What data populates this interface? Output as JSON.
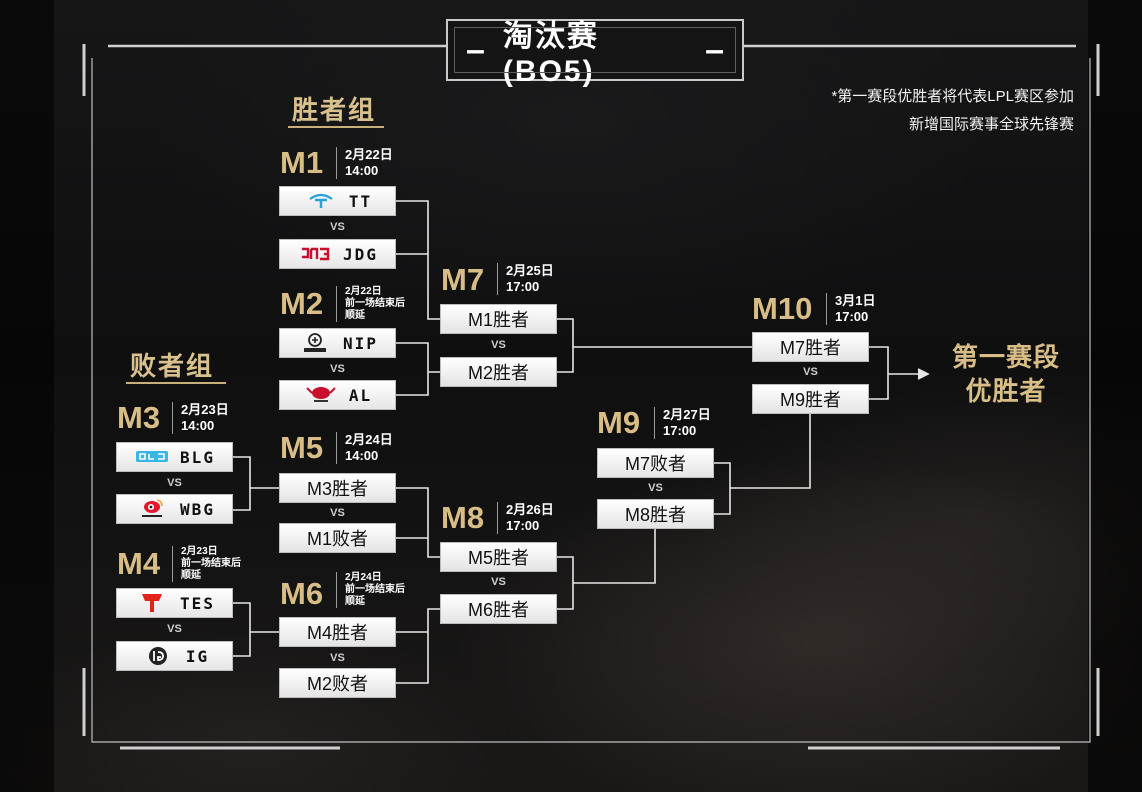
{
  "title": {
    "dash_left": "–",
    "text": "淘汰赛(BO5)",
    "dash_right": "–"
  },
  "note": {
    "line1": "*第一赛段优胜者将代表LPL赛区参加",
    "line2": "新增国际赛事全球先锋赛"
  },
  "groups": {
    "winners": "胜者组",
    "losers": "败者组"
  },
  "vs_label": "VS",
  "matches": {
    "m1": {
      "label": "M1",
      "date": "2月22日",
      "time": "14:00",
      "team1": "TT",
      "team2": "JDG"
    },
    "m2": {
      "label": "M2",
      "date": "2月22日",
      "note1": "前一场结束后",
      "note2": "顺延",
      "team1": "NIP",
      "team2": "AL"
    },
    "m3": {
      "label": "M3",
      "date": "2月23日",
      "time": "14:00",
      "team1": "BLG",
      "team2": "WBG"
    },
    "m4": {
      "label": "M4",
      "date": "2月23日",
      "note1": "前一场结束后",
      "note2": "顺延",
      "team1": "TES",
      "team2": "IG"
    },
    "m5": {
      "label": "M5",
      "date": "2月24日",
      "time": "14:00",
      "slot1": "M3胜者",
      "slot2": "M1败者"
    },
    "m6": {
      "label": "M6",
      "date": "2月24日",
      "note1": "前一场结束后",
      "note2": "顺延",
      "slot1": "M4胜者",
      "slot2": "M2败者"
    },
    "m7": {
      "label": "M7",
      "date": "2月25日",
      "time": "17:00",
      "slot1": "M1胜者",
      "slot2": "M2胜者"
    },
    "m8": {
      "label": "M8",
      "date": "2月26日",
      "time": "17:00",
      "slot1": "M5胜者",
      "slot2": "M6胜者"
    },
    "m9": {
      "label": "M9",
      "date": "2月27日",
      "time": "17:00",
      "slot1": "M7败者",
      "slot2": "M8胜者"
    },
    "m10": {
      "label": "M10",
      "date": "3月1日",
      "time": "17:00",
      "slot1": "M7胜者",
      "slot2": "M9胜者"
    }
  },
  "final": {
    "line1": "第一赛段",
    "line2": "优胜者"
  },
  "team_logos": {
    "TT": "tt-logo-icon",
    "JDG": "jdg-logo-icon",
    "NIP": "nip-logo-icon",
    "AL": "al-logo-icon",
    "BLG": "blg-logo-icon",
    "WBG": "wbg-logo-icon",
    "TES": "tes-logo-icon",
    "IG": "ig-logo-icon"
  },
  "colors": {
    "gold": "#d8be86",
    "slot_bg": "#f2f2f2",
    "line": "#ffffff",
    "background": "#111112"
  }
}
